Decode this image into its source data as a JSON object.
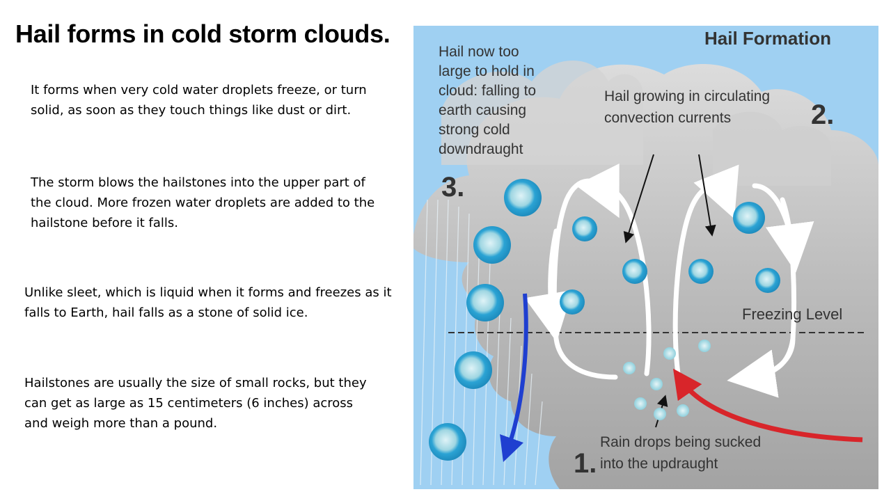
{
  "title": "Hail forms in cold storm clouds.",
  "paragraphs": [
    "It forms when very cold water droplets freeze, or turn solid, as soon as they touch things like dust or dirt.",
    "The storm blows the hailstones into the upper part of the cloud. More frozen water droplets are added to the hailstone before it falls.",
    "Unlike sleet, which is liquid when it forms and freezes as it falls to Earth, hail falls as a stone of solid ice.",
    "Hailstones are usually the size of small rocks, but they can get as large as 15 centimeters (6 inches) across and weigh more than a pound."
  ],
  "diagram": {
    "title": "Hail Formation",
    "label_fall": [
      "Hail now too",
      "large to hold in",
      "cloud: falling to",
      "earth causing",
      "strong cold",
      "downdraught"
    ],
    "label_fall_num": "3.",
    "label_grow": [
      "Hail growing in circulating",
      "convection currents"
    ],
    "label_grow_num": "2.",
    "label_freezing": "Freezing Level",
    "label_rain": [
      "Rain drops being sucked",
      "into the updraught"
    ],
    "label_rain_num": "1.",
    "colors": {
      "sky": "#9fd0f2",
      "cloud": "#c4c4c4",
      "hail": "#2ba3d4",
      "downdraught_arrow": "#1f3fd0",
      "updraught_arrow": "#d8252a"
    }
  }
}
